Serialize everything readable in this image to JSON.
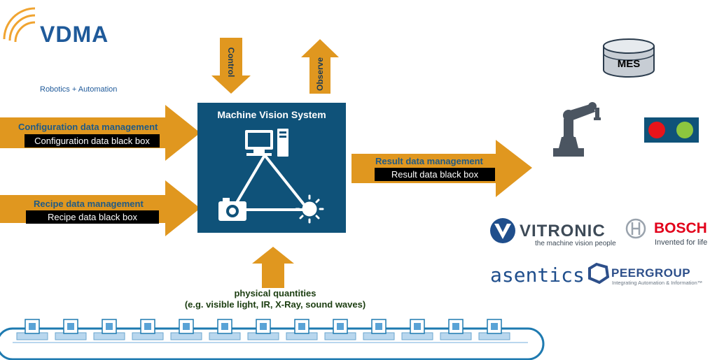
{
  "brand": {
    "logo_text": "VDMA",
    "sub_text": "Robotics + Automation"
  },
  "arrows": {
    "control": "Control",
    "observe": "Observe"
  },
  "inputs": [
    {
      "title": "Configuration data management",
      "box": "Configuration data black box"
    },
    {
      "title": "Recipe data management",
      "box": "Recipe data black box"
    }
  ],
  "system": {
    "title": "Machine Vision System"
  },
  "output": {
    "title": "Result data management",
    "box": "Result data black box"
  },
  "physical": {
    "line1": "physical quantities",
    "line2": "(e.g. visible light, IR, X-Ray, sound waves)"
  },
  "mes": {
    "label": "MES"
  },
  "partners": {
    "vitronic": {
      "name": "VITRONIC",
      "tagline": "the machine vision people"
    },
    "bosch": {
      "name": "BOSCH",
      "tagline": "Invented for life"
    },
    "asentics": {
      "name": "asentics"
    },
    "peergroup": {
      "name": "PEERGROUP",
      "tagline": "Integrating Automation & Information™"
    }
  },
  "colors": {
    "arrow": "#e0971f",
    "system_box": "#0f5279",
    "label_text": "#1f5a86",
    "conveyor": "#b9d7ee",
    "signal_red": "#e8141a",
    "signal_green": "#8dc63f"
  }
}
